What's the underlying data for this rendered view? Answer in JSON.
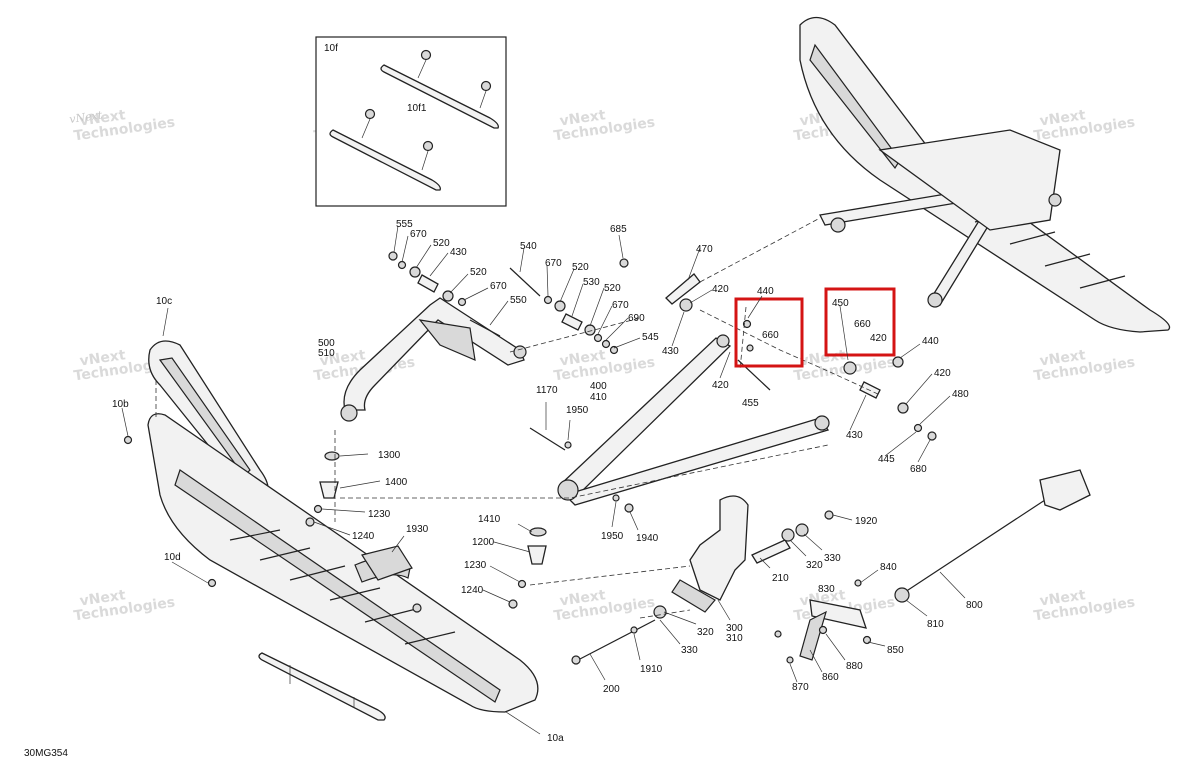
{
  "drawing_id": "30MG354",
  "inset_label": "10f",
  "inset_sublabel": "10f1",
  "watermark_line1": "vNext",
  "watermark_line2": "Technologies",
  "callouts": {
    "c555": "555",
    "c670a": "670",
    "c520a": "520",
    "c430a": "430",
    "c520b": "520",
    "c670b": "670",
    "c550": "550",
    "c540": "540",
    "c670c": "670",
    "c520c": "520",
    "c530": "530",
    "c520d": "520",
    "c670d": "670",
    "c690": "690",
    "c545": "545",
    "c685": "685",
    "c470": "470",
    "c420a": "420",
    "c430b": "430",
    "c440a": "440",
    "c660a": "660",
    "c420b": "420",
    "c455": "455",
    "c450": "450",
    "c660b": "660",
    "c420c": "420",
    "c440b": "440",
    "c420d": "420",
    "c480": "480",
    "c430c": "430",
    "c445": "445",
    "c680": "680",
    "c10c": "10c",
    "c500": "500",
    "c510": "510",
    "c10b": "10b",
    "c1170": "1170",
    "c1950a": "1950",
    "c400": "400",
    "c410": "410",
    "c1300": "1300",
    "c1400": "1400",
    "c1230a": "1230",
    "c1240a": "1240",
    "c1930": "1930",
    "c10d": "10d",
    "c1410": "1410",
    "c1200": "1200",
    "c1230b": "1230",
    "c1240b": "1240",
    "c1950b": "1950",
    "c1940": "1940",
    "c1920": "1920",
    "c330a": "330",
    "c320a": "320",
    "c210": "210",
    "c300": "300",
    "c310": "310",
    "c320b": "320",
    "c330b": "330",
    "c1910": "1910",
    "c200": "200",
    "c830": "830",
    "c840": "840",
    "c800": "800",
    "c810": "810",
    "c850": "850",
    "c880": "880",
    "c860": "860",
    "c870": "870",
    "c10a": "10a"
  }
}
